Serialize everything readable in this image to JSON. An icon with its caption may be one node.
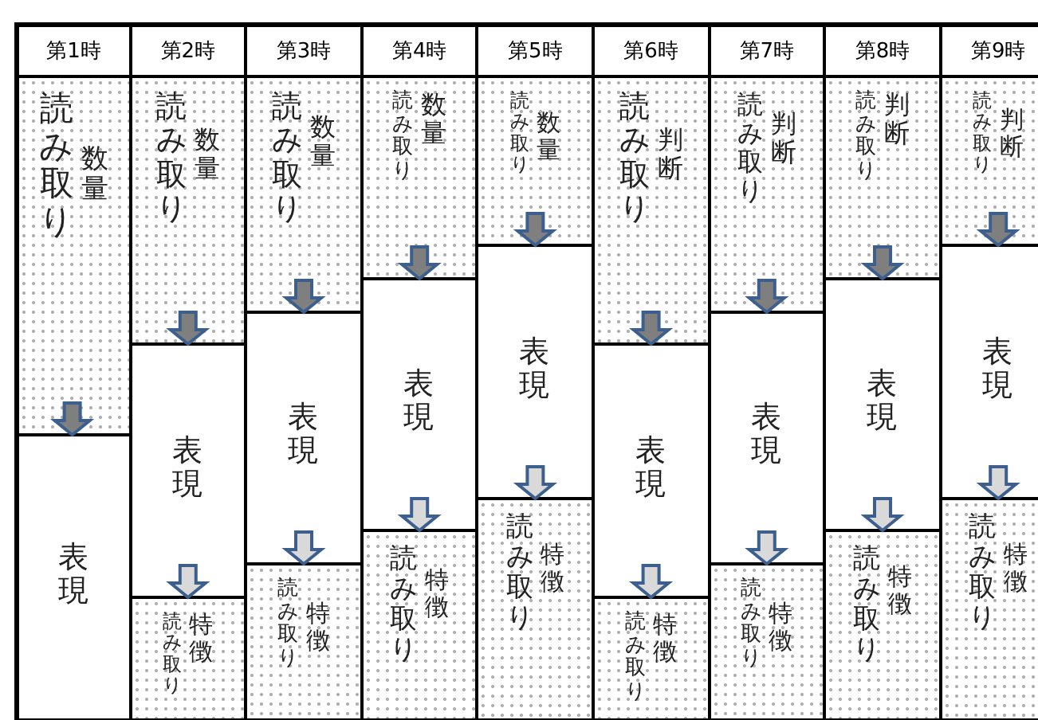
{
  "diagram": {
    "nodes": [
      {
        "text": [
          "読み取り",
          "数量"
        ]
      },
      {
        "text": [
          "表現"
        ]
      },
      {
        "text": [
          "読み取り",
          "数量"
        ]
      },
      {
        "text": [
          "表現"
        ]
      },
      {
        "text": [
          "読み取り",
          "特徴"
        ]
      },
      {
        "text": [
          "読み取り",
          "数量"
        ]
      },
      {
        "text": [
          "表現"
        ]
      },
      {
        "text": [
          "読み取り",
          "特徴"
        ]
      },
      {
        "text": [
          "読み取り",
          "数量"
        ]
      },
      {
        "text": [
          "表現"
        ]
      },
      {
        "text": [
          "読み取り",
          "特徴"
        ]
      },
      {
        "text": [
          "読み取り",
          "数量"
        ]
      },
      {
        "text": [
          "表現"
        ]
      },
      {
        "text": [
          "読み取り",
          "特徴"
        ]
      },
      {
        "text": [
          "読み取り",
          "判断"
        ]
      },
      {
        "text": [
          "表現"
        ]
      },
      {
        "text": [
          "読み取り",
          "特徴"
        ]
      },
      {
        "text": [
          "読み取り",
          "判断"
        ]
      },
      {
        "text": [
          "表現"
        ]
      },
      {
        "text": [
          "読み取り",
          "特徴"
        ]
      },
      {
        "text": [
          "読み取り",
          "判断"
        ]
      },
      {
        "text": [
          "表現"
        ]
      },
      {
        "text": [
          "読み取り",
          "特徴"
        ]
      },
      {
        "text": [
          "読み取り",
          "判断"
        ]
      },
      {
        "text": [
          "表現"
        ]
      },
      {
        "text": [
          "読み取り",
          "特徴"
        ]
      }
    ],
    "edges": [
      {
        "from": 0,
        "to": 1,
        "arrow": "to"
      },
      {
        "from": 2,
        "to": 3,
        "arrow": "to"
      },
      {
        "from": 3,
        "to": 4,
        "arrow": "to",
        "color": "#d9d9d9"
      },
      {
        "from": 5,
        "to": 6,
        "arrow": "to"
      },
      {
        "from": 6,
        "to": 7,
        "arrow": "to",
        "color": "#d9d9d9"
      },
      {
        "from": 8,
        "to": 9,
        "arrow": "to"
      },
      {
        "from": 9,
        "to": 10,
        "arrow": "to",
        "color": "#d9d9d9"
      },
      {
        "from": 11,
        "to": 12,
        "arrow": "to"
      },
      {
        "from": 12,
        "to": 13,
        "arrow": "to",
        "color": "#d9d9d9"
      },
      {
        "from": 14,
        "to": 15,
        "arrow": "to"
      },
      {
        "from": 15,
        "to": 16,
        "arrow": "to",
        "color": "#d9d9d9"
      },
      {
        "from": 17,
        "to": 18,
        "arrow": "to"
      },
      {
        "from": 18,
        "to": 19,
        "arrow": "to",
        "color": "#d9d9d9"
      },
      {
        "from": 20,
        "to": 21,
        "arrow": "to"
      },
      {
        "from": 21,
        "to": 22,
        "arrow": "to",
        "color": "#d9d9d9"
      },
      {
        "from": 23,
        "to": 24,
        "arrow": "to"
      },
      {
        "from": 24,
        "to": 25,
        "arrow": "to",
        "color": "#d9d9d9"
      }
    ],
    "labels": [
      "第1時",
      "第2時",
      "第3時",
      "第4時",
      "第5時",
      "第6時",
      "第7時",
      "第8時",
      "第9時"
    ]
  }
}
